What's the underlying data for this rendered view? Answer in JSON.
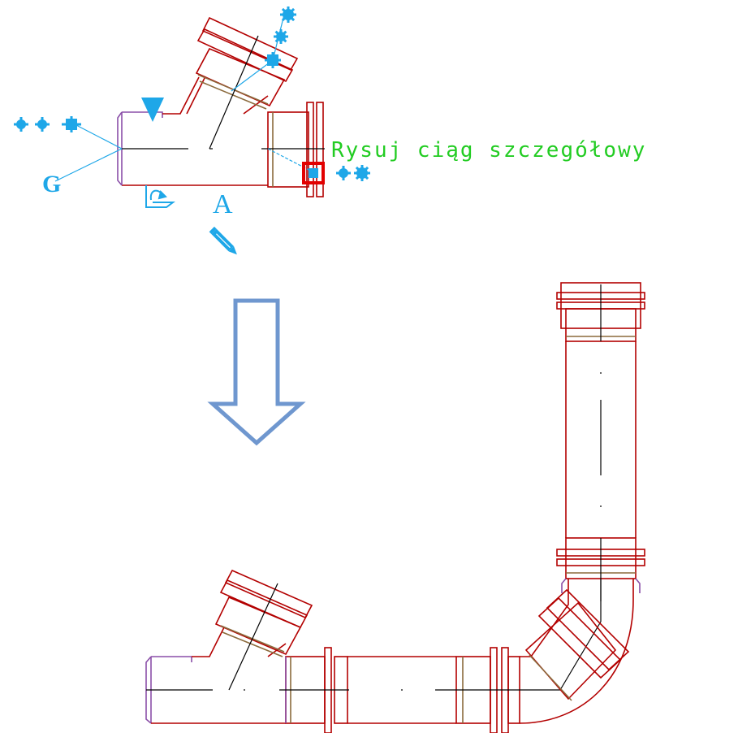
{
  "tooltip": {
    "text": "Rysuj ciąg szczegółowy"
  },
  "glyphs": {
    "grip_letter_a": "A",
    "grip_letter_g": "G"
  },
  "colors": {
    "pipe": "#b30000",
    "socket_inner": "#8b6a3c",
    "purple_edge": "#8a4fa8",
    "centerline": "#000000",
    "grip": "#1ea7e8",
    "arrow": "#6f97cf",
    "tooltip": "#22cc22",
    "selection_box": "#e30000"
  },
  "icons": {
    "grip_gears": "gear-icon",
    "insertion_triangle": "triangle-down-icon",
    "rotate": "rotate-icon",
    "edit": "pencil-icon",
    "flow_arrow": "arrow-down-outline-icon"
  }
}
